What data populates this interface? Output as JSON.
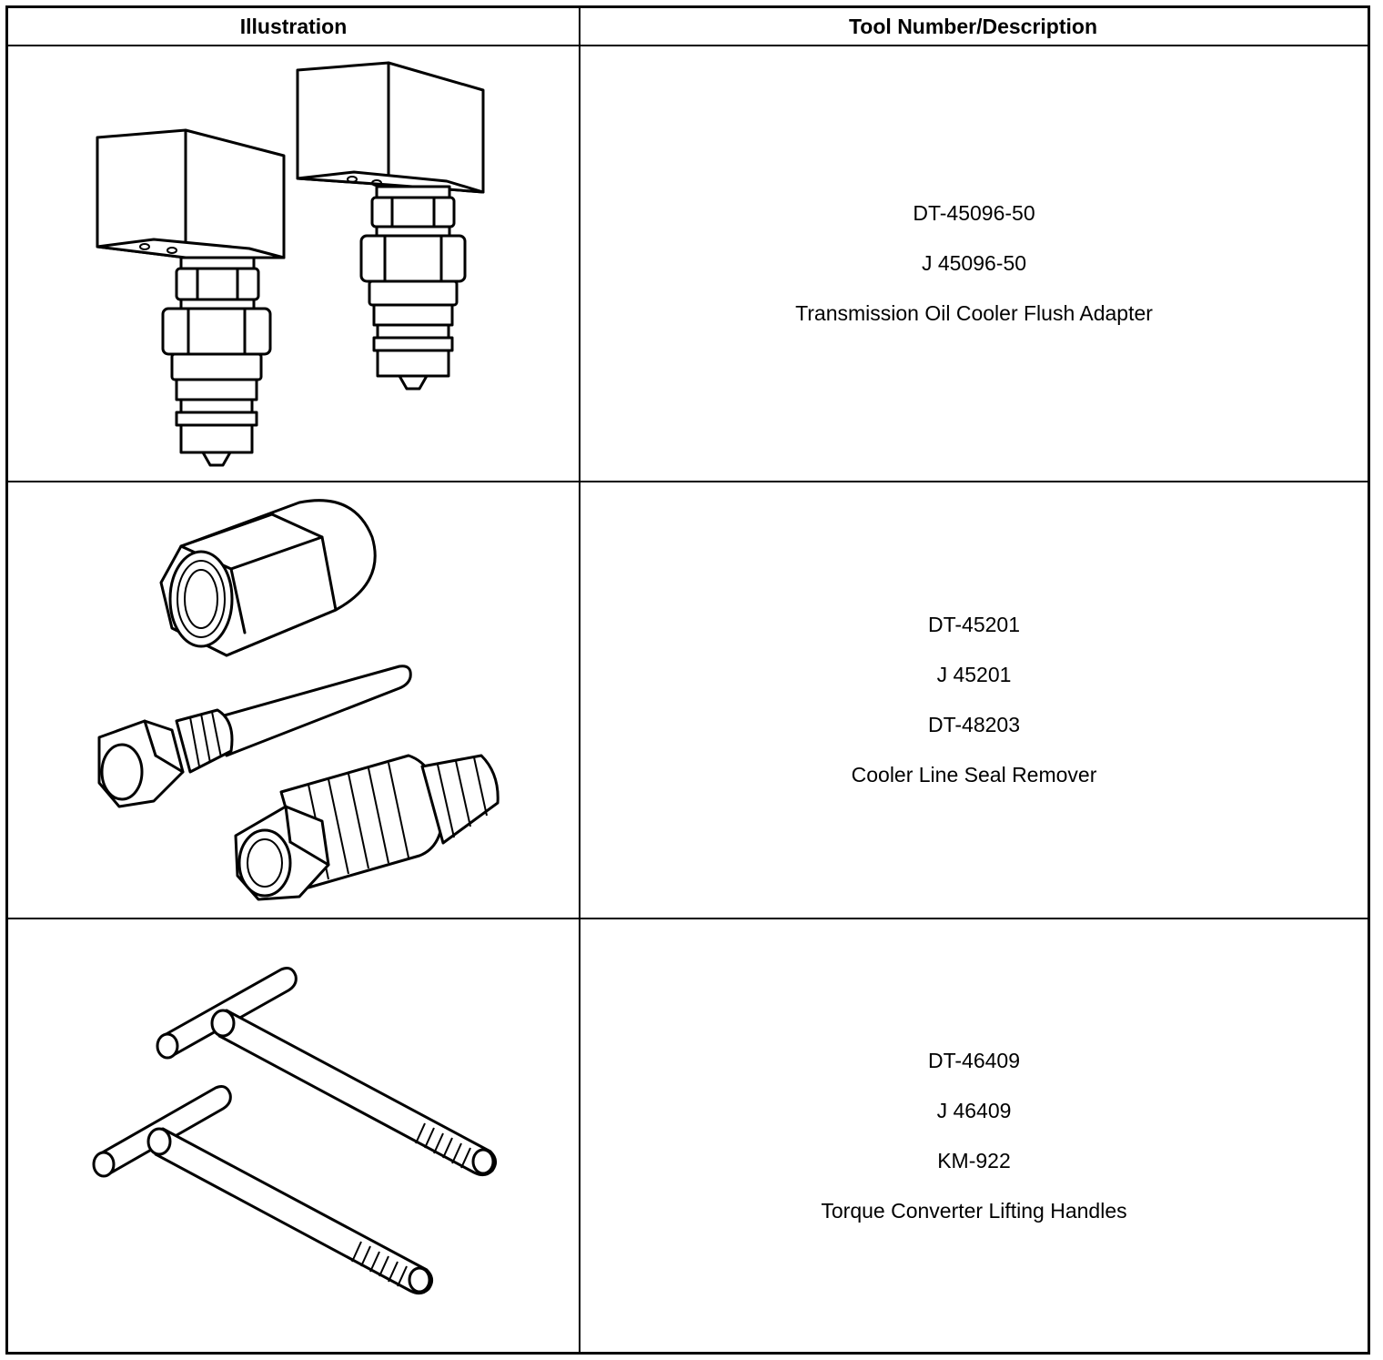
{
  "table": {
    "headers": {
      "illustration": "Illustration",
      "tool": "Tool Number/Description"
    },
    "rows": [
      {
        "illustration_icon": "cooler-flush-adapter-illustration",
        "lines": [
          "DT-45096-50",
          "J 45096-50",
          "Transmission Oil Cooler Flush Adapter"
        ]
      },
      {
        "illustration_icon": "cooler-line-seal-remover-illustration",
        "lines": [
          "DT-45201",
          "J 45201",
          "DT-48203",
          "Cooler Line Seal Remover"
        ]
      },
      {
        "illustration_icon": "torque-converter-lifting-handles-illustration",
        "lines": [
          "DT-46409",
          "J 46409",
          "KM-922",
          "Torque Converter Lifting Handles"
        ]
      }
    ]
  }
}
